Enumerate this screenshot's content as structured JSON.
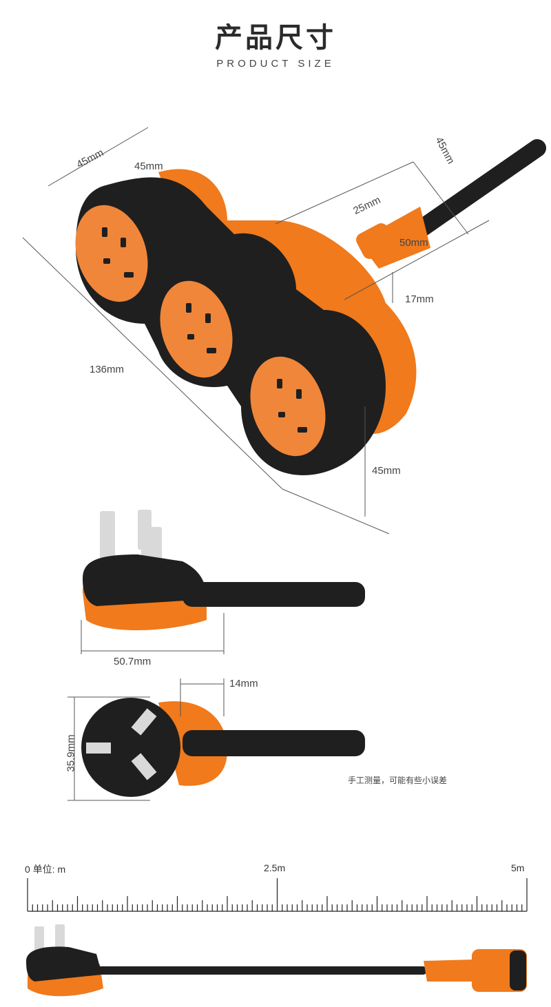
{
  "header": {
    "title": "产品尺寸",
    "subtitle": "PRODUCT SIZE"
  },
  "top_view": {
    "dim_left_width": "45mm",
    "dim_left_inner": "45mm",
    "dim_cable_width": "45mm",
    "dim_plug_a": "25mm",
    "dim_plug_b": "50mm",
    "dim_plug_c": "17mm",
    "dim_length": "136mm",
    "dim_height": "45mm"
  },
  "side_view": {
    "dim_width": "50.7mm"
  },
  "front_view": {
    "dim_top": "14mm",
    "dim_height": "35.9mm",
    "note": "手工测量，可能有些小误差"
  },
  "ruler": {
    "start": "0 单位: m",
    "mid": "2.5m",
    "end": "5m"
  },
  "colors": {
    "orange": "#f07a1c",
    "black": "#1f1f1f",
    "socket": "#f08a3c"
  }
}
